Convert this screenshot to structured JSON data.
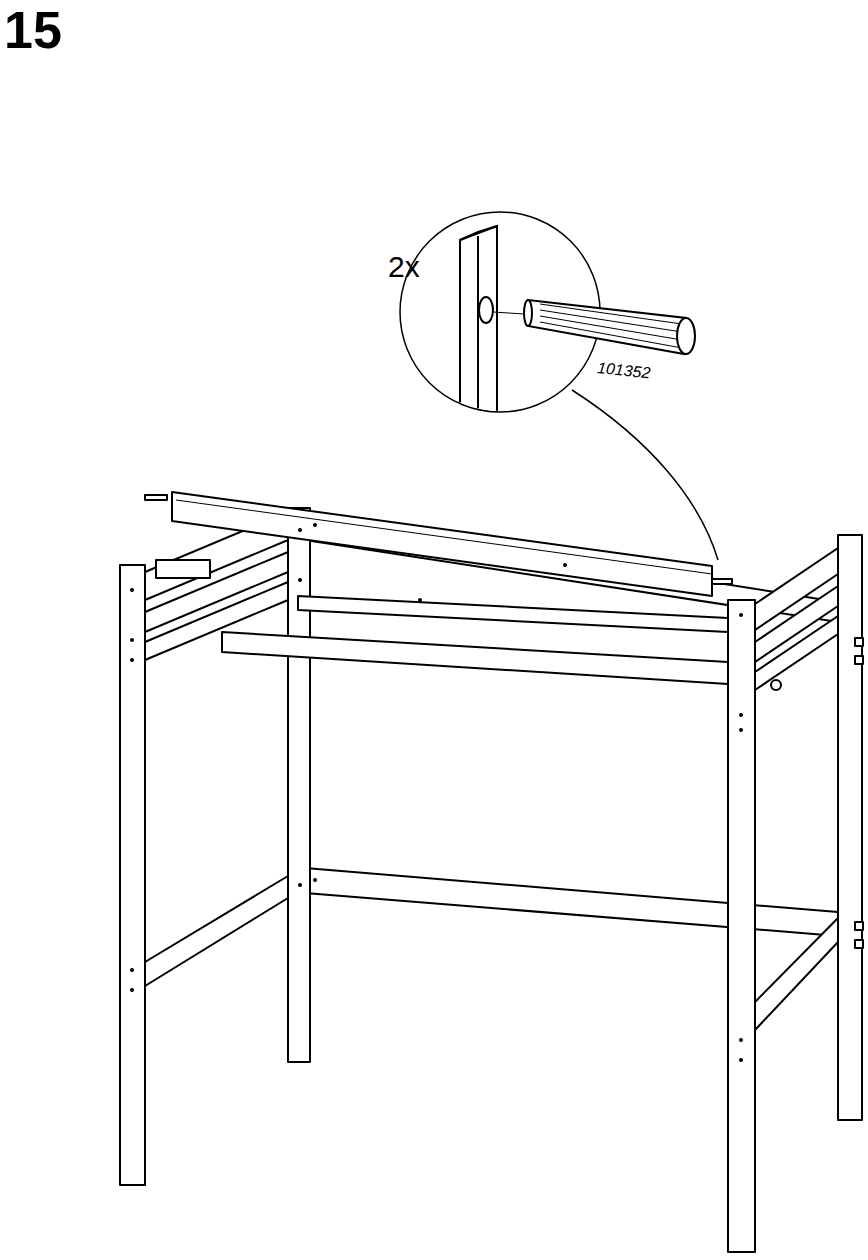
{
  "diagram": {
    "labels": [
      "15",
      "2x",
      "101352"
    ]
  }
}
